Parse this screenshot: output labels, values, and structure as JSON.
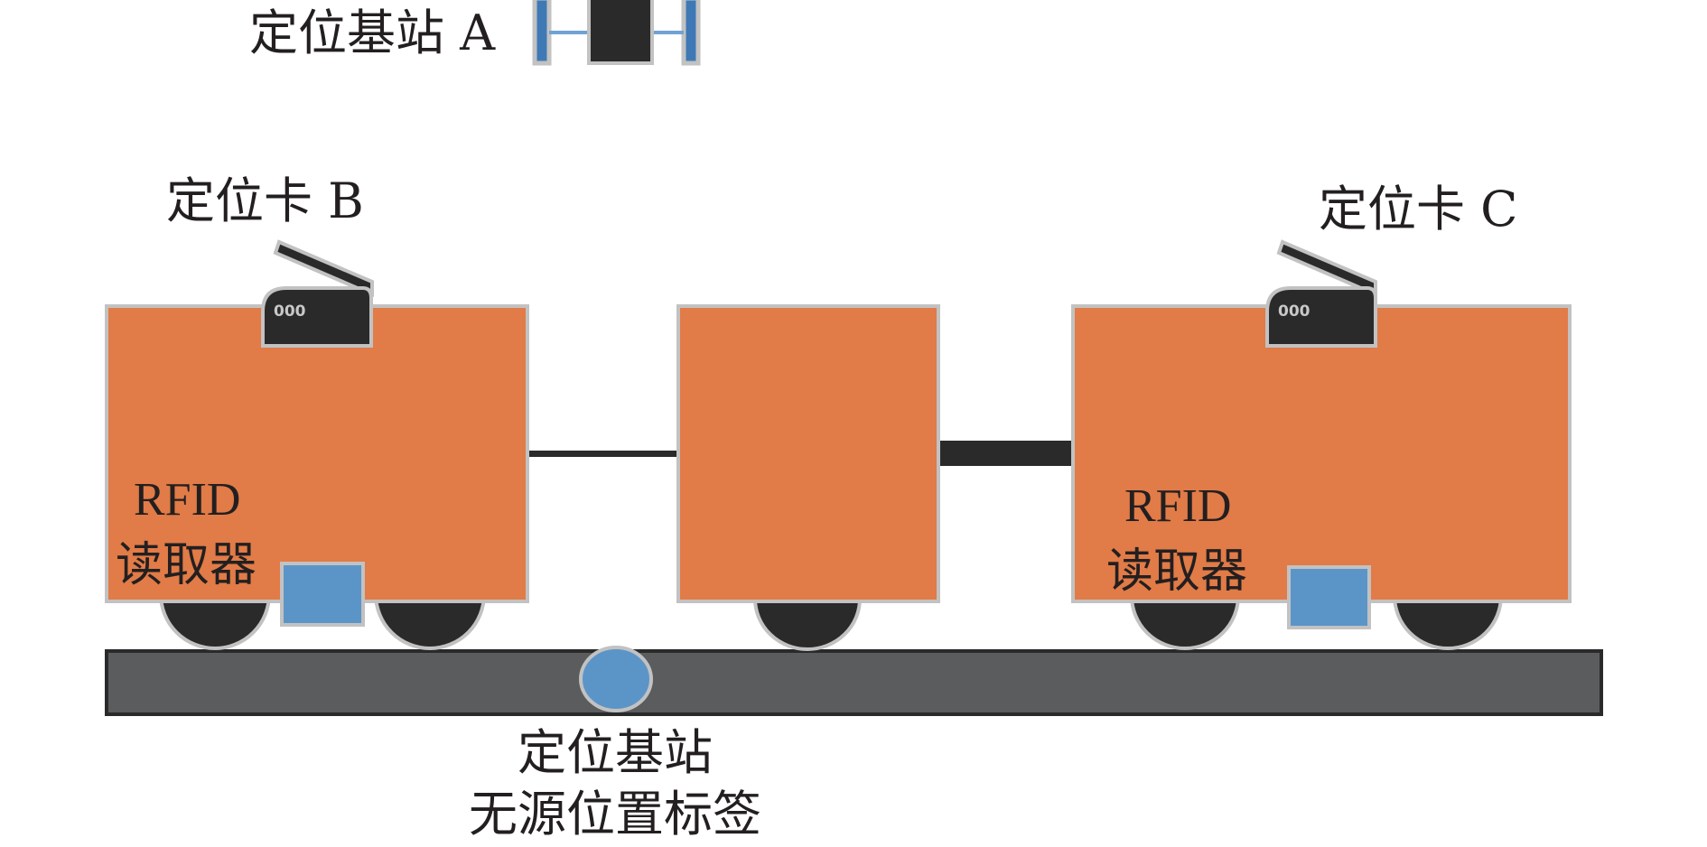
{
  "labels": {
    "base_station_a": "定位基站 A",
    "card_b": "定位卡 B",
    "card_c": "定位卡 C",
    "rfid_reader_left_line1": "RFID",
    "rfid_reader_left_line2": "读取器",
    "rfid_reader_right_line1": "RFID",
    "rfid_reader_right_line2": "读取器",
    "passive_tag_line1": "定位基站",
    "passive_tag_line2": "无源位置标签",
    "card_dots": "000"
  },
  "colors": {
    "car_fill": "#E17B47",
    "outline": "#C2C2C2",
    "dark": "#2B2A2B",
    "blue": "#5B95C8",
    "rail": "#5B5C5E",
    "bar_blue": "#3F79B5"
  }
}
